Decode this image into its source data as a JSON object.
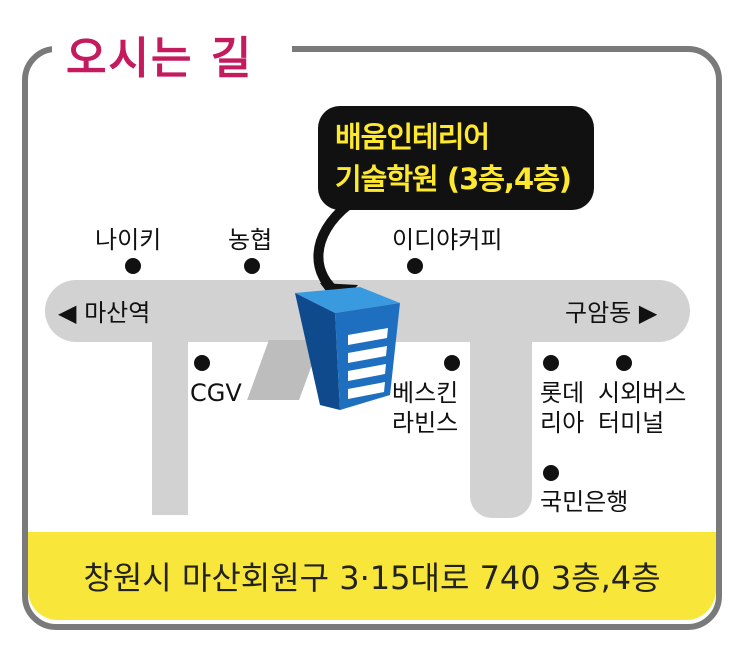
{
  "title": "오시는 길",
  "callout": {
    "line1": "배움인테리어",
    "line2": "기술학원 (3층,4층)"
  },
  "roads": {
    "left": "◀ 마산역",
    "right": "구암동 ▶"
  },
  "landmarks": [
    {
      "name": "나이키"
    },
    {
      "name": "농협"
    },
    {
      "name": "이디야커피"
    },
    {
      "name": "CGV"
    },
    {
      "name": "베스킨\n라빈스",
      "l1": "베스킨",
      "l2": "라빈스"
    },
    {
      "l1": "롯데",
      "l2": "리아"
    },
    {
      "l1": "시외버스",
      "l2": "터미널"
    },
    {
      "name": "국민은행"
    }
  ],
  "address": "창원시 마산회원구 3·15대로 740 3층,4층",
  "colors": {
    "title": "#c41a5e",
    "callout_text": "#ffe92e",
    "address_bar": "#f8e63a",
    "building": "#1f6fc0"
  }
}
